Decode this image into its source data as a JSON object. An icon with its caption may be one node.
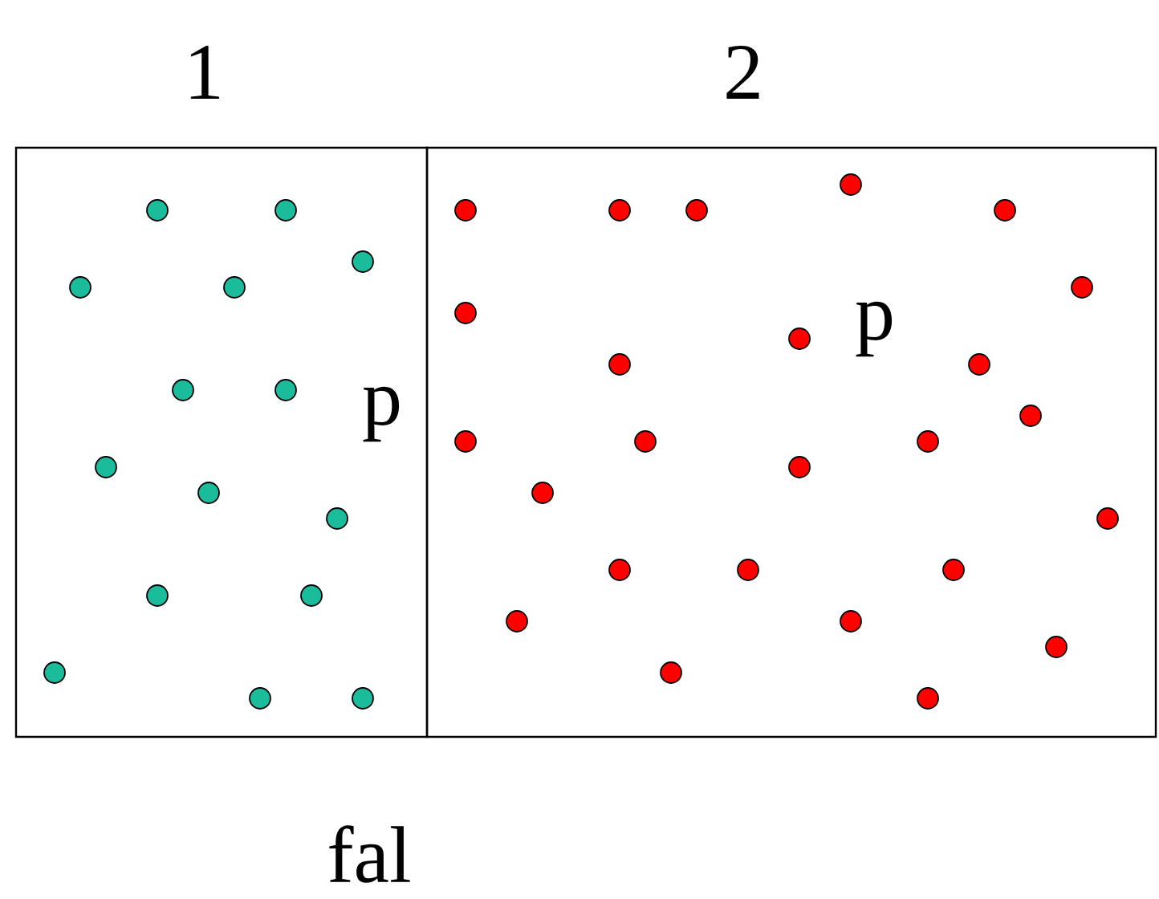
{
  "diagram": {
    "nodes": [
      {
        "text": [
          "1",
          "p"
        ]
      },
      {
        "text": [
          "2",
          "p"
        ]
      }
    ],
    "labels": [
      "fal"
    ]
  }
}
